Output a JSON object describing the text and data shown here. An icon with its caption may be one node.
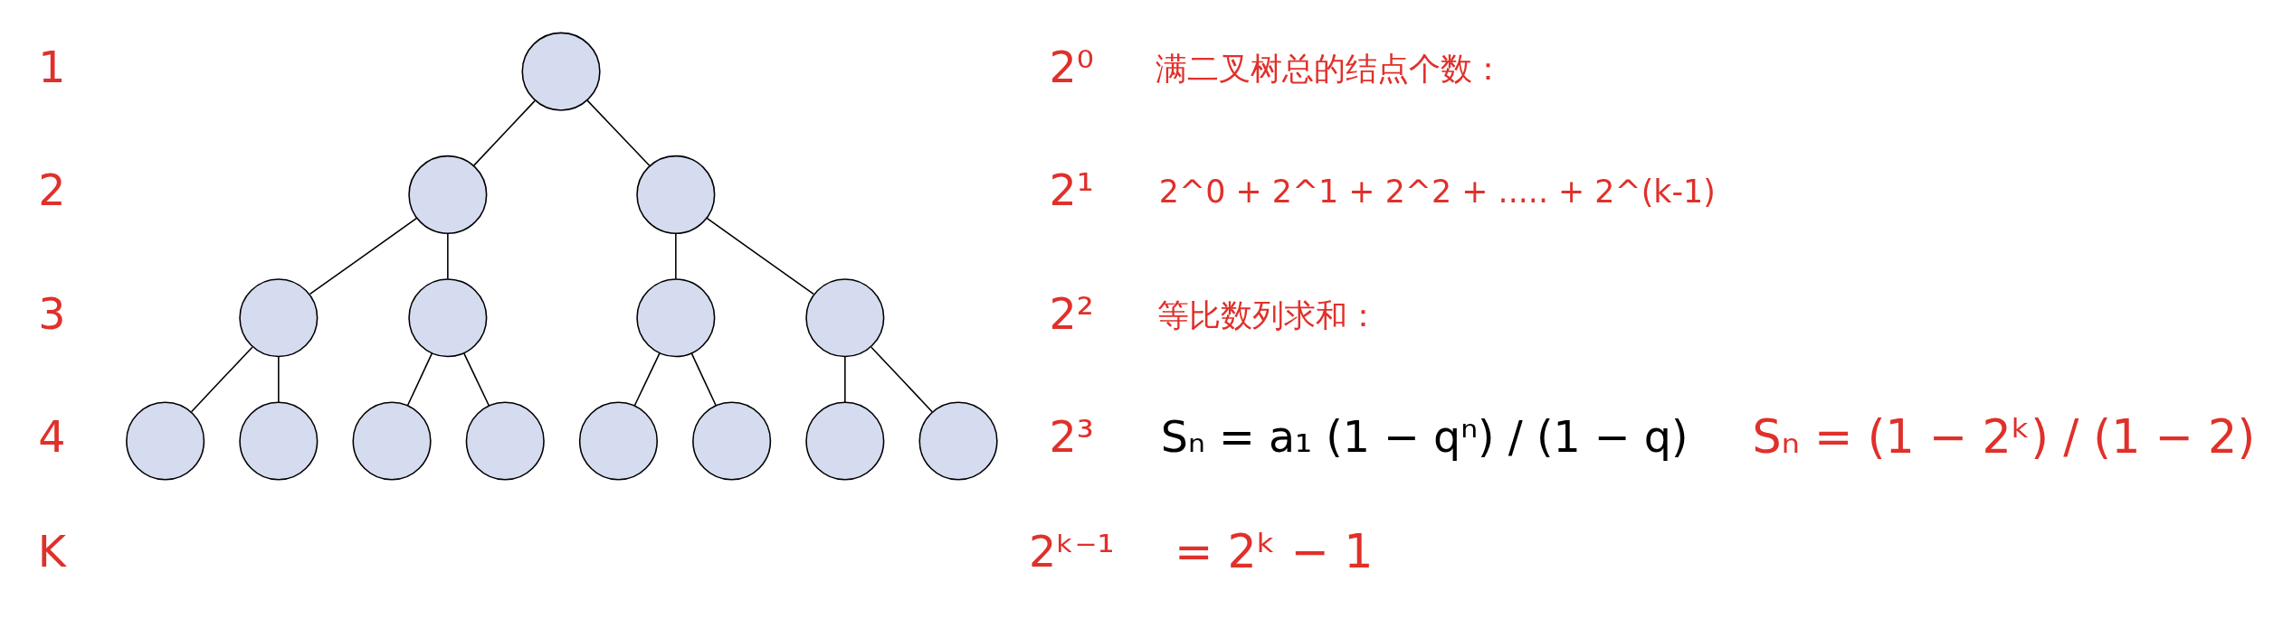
{
  "diagram": {
    "nodes": [
      {
        "text": [],
        "shape": "circle"
      },
      {
        "text": [],
        "shape": "circle"
      },
      {
        "text": [],
        "shape": "circle"
      },
      {
        "text": [],
        "shape": "circle"
      },
      {
        "text": [],
        "shape": "circle"
      },
      {
        "text": [],
        "shape": "circle"
      },
      {
        "text": [],
        "shape": "circle"
      },
      {
        "text": [],
        "shape": "circle"
      },
      {
        "text": [],
        "shape": "circle"
      },
      {
        "text": [],
        "shape": "circle"
      },
      {
        "text": [],
        "shape": "circle"
      },
      {
        "text": [],
        "shape": "circle"
      },
      {
        "text": [],
        "shape": "circle"
      },
      {
        "text": [],
        "shape": "circle"
      },
      {
        "text": [],
        "shape": "circle"
      }
    ],
    "edges": [
      {
        "from": 0,
        "to": 1,
        "arrow": "none"
      },
      {
        "from": 0,
        "to": 2,
        "arrow": "none"
      },
      {
        "from": 1,
        "to": 3,
        "arrow": "none"
      },
      {
        "from": 1,
        "to": 4,
        "arrow": "none"
      },
      {
        "from": 2,
        "to": 5,
        "arrow": "none"
      },
      {
        "from": 2,
        "to": 6,
        "arrow": "none"
      },
      {
        "from": 3,
        "to": 7,
        "arrow": "none"
      },
      {
        "from": 3,
        "to": 8,
        "arrow": "none"
      },
      {
        "from": 4,
        "to": 9,
        "arrow": "none"
      },
      {
        "from": 4,
        "to": 10,
        "arrow": "none"
      },
      {
        "from": 5,
        "to": 11,
        "arrow": "none"
      },
      {
        "from": 5,
        "to": 12,
        "arrow": "none"
      },
      {
        "from": 6,
        "to": 13,
        "arrow": "none"
      },
      {
        "from": 6,
        "to": 14,
        "arrow": "none"
      }
    ],
    "labels": [
      "1",
      "2⁰",
      "满二叉树总的结点个数：",
      "2^0 + 2^1 + 2^2 + ..... + 2^(k-1)",
      "2",
      "2¹",
      "等比数列求和：",
      "3",
      "2²",
      "Sₙ = a₁ (1 − qⁿ) / (1 − q)",
      "Sₙ = (1 − 2ᵏ) / (1 − 2)",
      "4",
      "2³",
      "2ᵏ⁻¹",
      "= 2ᵏ − 1",
      "K"
    ]
  }
}
